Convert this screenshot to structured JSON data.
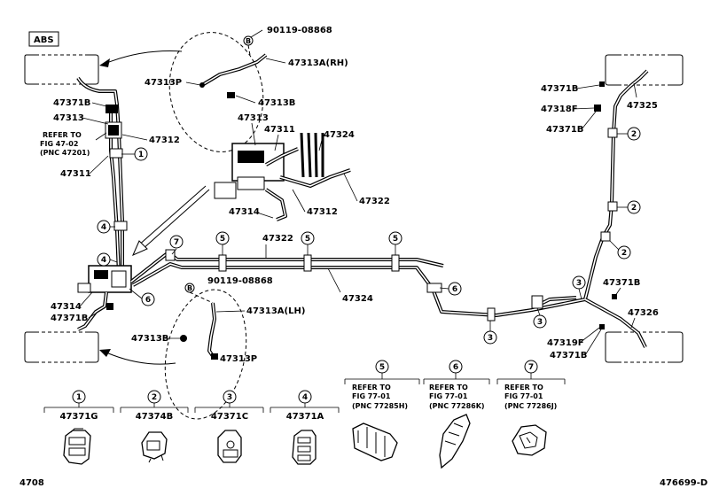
{
  "abs_tag": "ABS",
  "labels": {
    "p90119_top": "90119-08868",
    "p47313A_rh": "47313A(RH)",
    "p47313P_top": "47313P",
    "p47313B_top": "47313B",
    "p47371B_left": "47371B",
    "p47313_left": "47313",
    "refer_a": "REFER TO",
    "refer_b": "FIG 47-02",
    "refer_c": "(PNC 47201)",
    "p47312_left": "47312",
    "p47311_left": "47311",
    "p47313_center": "47313",
    "p47311_center": "47311",
    "p47324_center": "47324",
    "p47322_center": "47322",
    "p47314_center": "47314",
    "p47312_center": "47312",
    "p47322_main": "47322",
    "p47324_main": "47324",
    "p90119_low": "90119-08868",
    "p47313A_lh": "47313A(LH)",
    "p47314_left": "47314",
    "p47371B_lowleft": "47371B",
    "p47313B_low": "47313B",
    "p47313P_low": "47313P",
    "p47371B_tr": "47371B",
    "p47318F": "47318F",
    "p47325": "47325",
    "p47371B_r": "47371B",
    "p47371B_mid": "47371B",
    "p47326": "47326",
    "p47319F": "47319F",
    "p47371B_br": "47371B"
  },
  "callouts": {
    "c1": "1",
    "c2": "2",
    "c3": "3",
    "c4": "4",
    "c5": "5",
    "c6": "6",
    "c7": "7"
  },
  "legend": [
    {
      "num": "1",
      "part": "47371G"
    },
    {
      "num": "2",
      "part": "47374B"
    },
    {
      "num": "3",
      "part": "47371C"
    },
    {
      "num": "4",
      "part": "47371A"
    },
    {
      "num": "5",
      "line1": "REFER TO",
      "line2": "FIG 77-01",
      "line3": "(PNC 77285H)"
    },
    {
      "num": "6",
      "line1": "REFER TO",
      "line2": "FIG 77-01",
      "line3": "(PNC 77286K)"
    },
    {
      "num": "7",
      "line1": "REFER TO",
      "line2": "FIG 77-01",
      "line3": "(PNC 77286J)"
    }
  ],
  "footer": {
    "left_code": "4708",
    "right_code": "476699-D"
  }
}
